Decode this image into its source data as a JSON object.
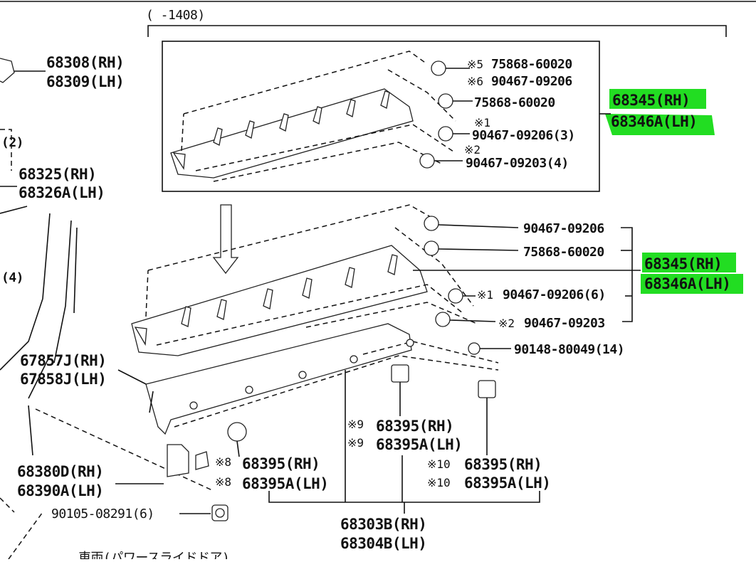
{
  "header": {
    "text": "(        -1408)"
  },
  "upper_box": {
    "callouts": [
      {
        "mark": "※5",
        "part": "75868-60020"
      },
      {
        "mark": "※6",
        "part": "90467-09206"
      },
      {
        "mark": "",
        "part": "75868-60020"
      },
      {
        "mark": "※1",
        "part": "90467-09206(3)"
      },
      {
        "mark": "※2",
        "part": "90467-09203(4)"
      }
    ],
    "assembly": {
      "rh": "68345(RH)",
      "lh": "68346A(LH)"
    }
  },
  "left_parts": {
    "p1_rh": "68308(RH)",
    "p1_lh": "68309(LH)",
    "qty2": "(2)",
    "p2_rh": "68325(RH)",
    "p2_lh": "68326A(LH)",
    "qty4": "(4)",
    "p3_rh": "67857J(RH)",
    "p3_lh": "67858J(LH)",
    "p4_rh": "68380D(RH)",
    "p4_lh": "68390A(LH)",
    "bolt": "90105-08291(6)"
  },
  "lower_assembly": {
    "callouts": [
      {
        "mark": "",
        "part": "90467-09206"
      },
      {
        "mark": "",
        "part": "75868-60020"
      },
      {
        "mark": "※1",
        "part": "90467-09206(6)"
      },
      {
        "mark": "※2",
        "part": "90467-09203"
      },
      {
        "mark": "",
        "part": "90148-80049(14)"
      }
    ],
    "assembly": {
      "rh": "68345(RH)",
      "lh": "68346A(LH)"
    }
  },
  "brackets": {
    "m8": {
      "mark": "※8",
      "rh": "68395(RH)",
      "lh": "68395A(LH)"
    },
    "m9": {
      "mark": "※9",
      "rh": "68395(RH)",
      "lh": "68395A(LH)"
    },
    "m10": {
      "mark": "※10",
      "rh": "68395(RH)",
      "lh": "68395A(LH)"
    }
  },
  "rail": {
    "rh": "68303B(RH)",
    "lh": "68304B(LH)"
  },
  "footer": {
    "text": "車両(パワースライドドア)"
  },
  "colors": {
    "highlight": "#22dd22",
    "ink": "#111111"
  }
}
